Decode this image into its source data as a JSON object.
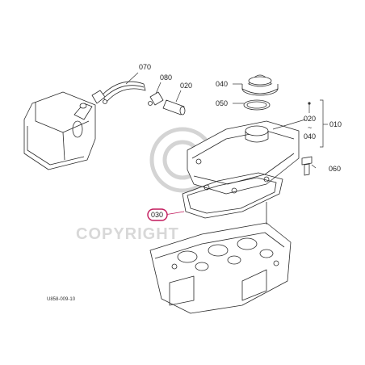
{
  "watermark": {
    "text": "COPYRIGHT",
    "color": "#d8d8d8"
  },
  "highlight_color": "#c2185b",
  "callouts": [
    {
      "id": "070",
      "label": "070"
    },
    {
      "id": "080",
      "label": "080"
    },
    {
      "id": "020a",
      "label": "020"
    },
    {
      "id": "040a",
      "label": "040"
    },
    {
      "id": "050",
      "label": "050"
    },
    {
      "id": "020b",
      "label": "020"
    },
    {
      "id": "tilde",
      "label": "~"
    },
    {
      "id": "040b",
      "label": "040"
    },
    {
      "id": "010",
      "label": "010"
    },
    {
      "id": "060",
      "label": "060"
    },
    {
      "id": "030",
      "label": "030",
      "highlighted": true
    }
  ],
  "figure_code": "U858-009-10"
}
